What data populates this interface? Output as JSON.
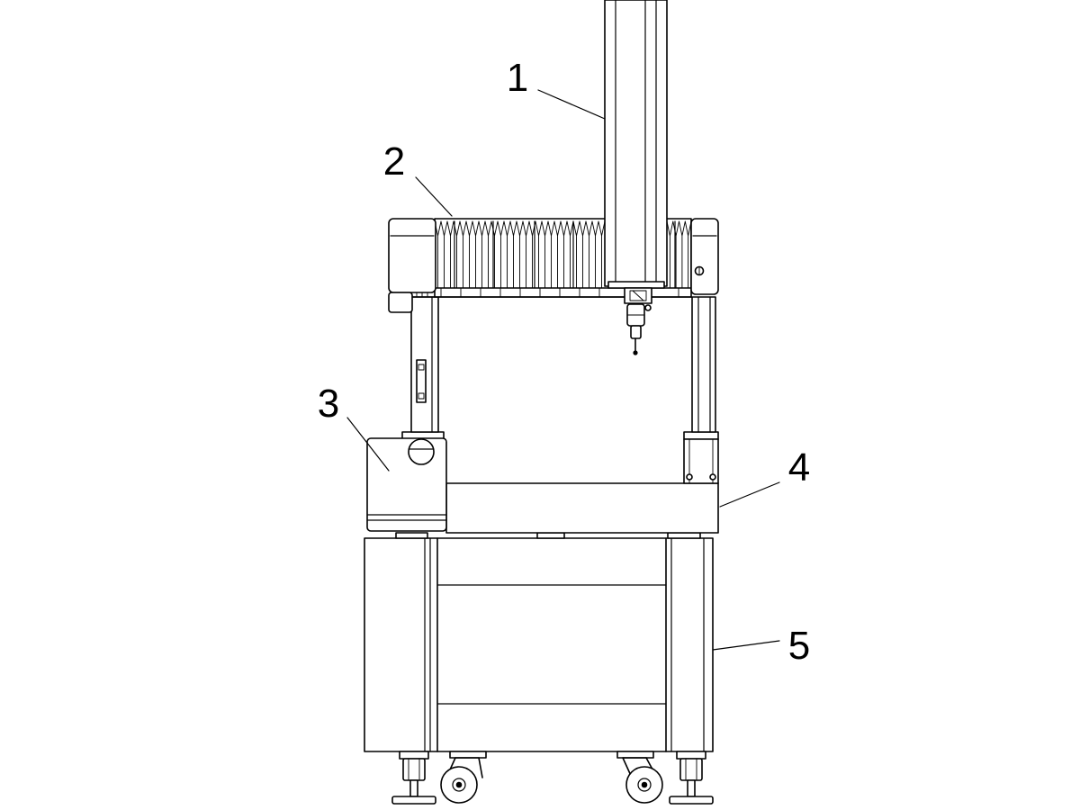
{
  "callouts": [
    {
      "label": "1"
    },
    {
      "label": "2"
    },
    {
      "label": "3"
    },
    {
      "label": "4"
    },
    {
      "label": "5"
    }
  ],
  "colors": {
    "line": "#000000",
    "background": "#ffffff"
  }
}
